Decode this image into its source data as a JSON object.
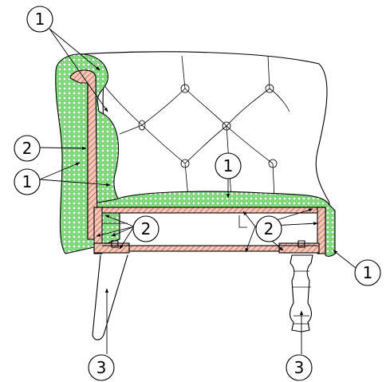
{
  "diagram": {
    "colors": {
      "foam": "#7fe07a",
      "foam_cells": "#ffffff",
      "wood_fill": "#f3c6b8",
      "wood_hatch": "#b5533f",
      "line": "#000000"
    },
    "callouts": {
      "c1_top": "1",
      "c2_left": "2",
      "c1_left": "1",
      "c1_seat": "1",
      "c2_front": "2",
      "c2_back": "2",
      "c1_bottom_right": "1",
      "c3_front_leg": "3",
      "c3_back_leg": "3"
    }
  }
}
